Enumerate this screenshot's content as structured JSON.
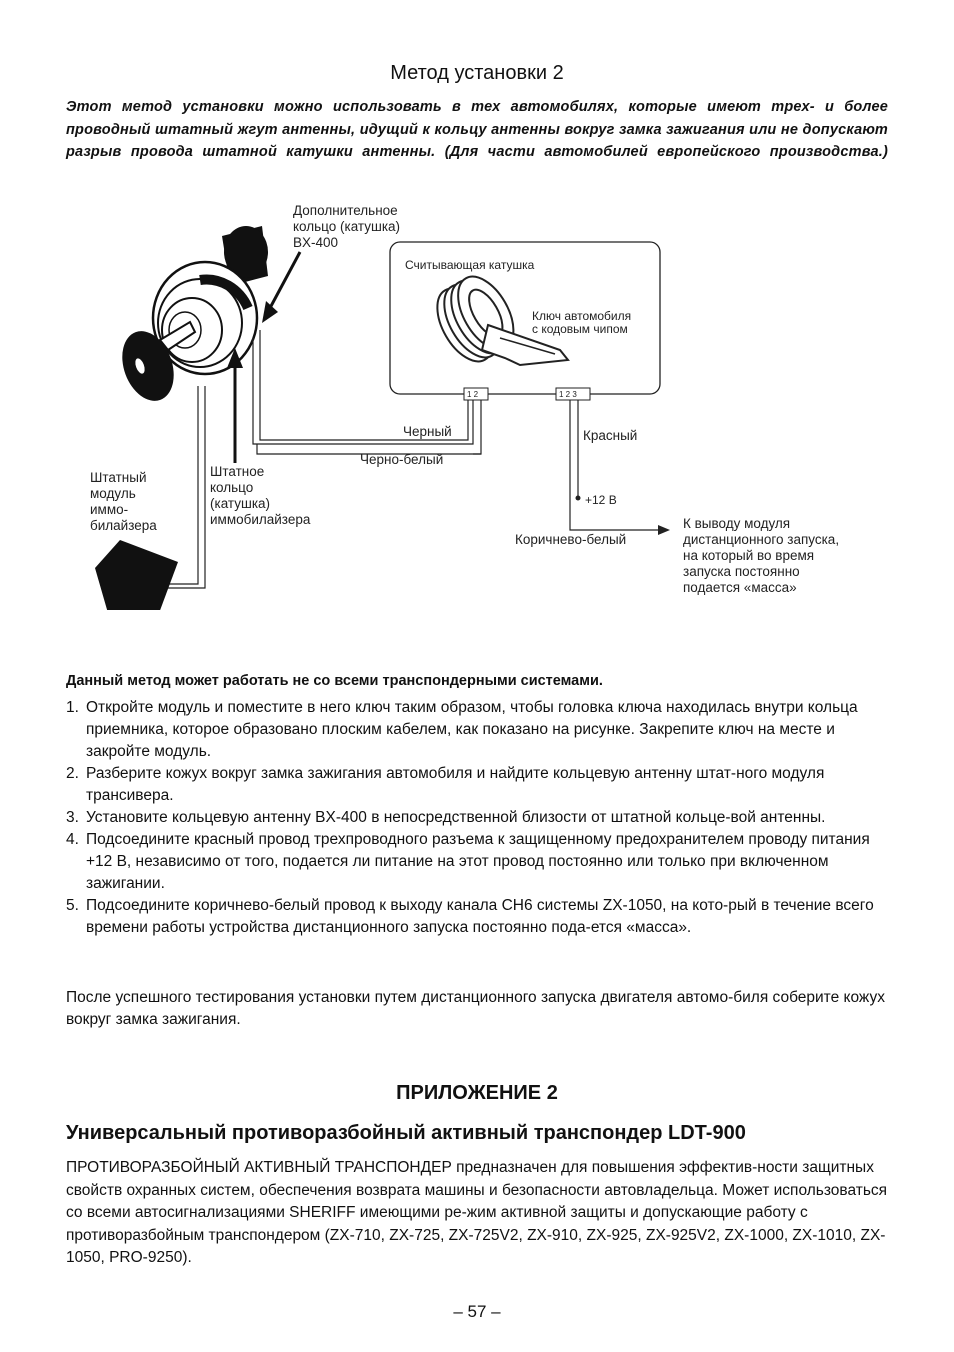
{
  "section_title": "Метод установки 2",
  "intro": "Этот метод установки можно использовать в тех автомобилях, которые имеют трех- и более проводный штатный жгут антенны, идущий к кольцу антенны вокруг замка зажигания или не допускают разрыв провода штатной катушки антенны. (Для части автомобилей европейского производства.)",
  "diagram": {
    "extra_ring_l1": "Дополнительное",
    "extra_ring_l2": "кольцо (катушка)",
    "extra_ring_l3": "BX-400",
    "reader_coil": "Считывающая катушка",
    "car_key_l1": "Ключ автомобиля",
    "car_key_l2": "с кодовым чипом",
    "pins_left": "1 2",
    "pins_right": "1 2 3",
    "black": "Черный",
    "black_white": "Черно-белый",
    "red": "Красный",
    "plus12": "+12 В",
    "brown_white": "Коричнево-белый",
    "module_l1": "Штатный",
    "module_l2": "модуль",
    "module_l3": "иммо-",
    "module_l4": "билайзера",
    "ring_l1": "Штатное",
    "ring_l2": "кольцо",
    "ring_l3": "(катушка)",
    "ring_l4": "иммобилайзера",
    "output_l1": "К выводу модуля",
    "output_l2": "дистанционного запуска,",
    "output_l3": "на который во время",
    "output_l4": "запуска постоянно",
    "output_l5": "подается «масса»"
  },
  "warning": "Данный метод может работать не со всеми транспондерными системами.",
  "steps": [
    {
      "num": "1.",
      "text": "Откройте модуль и поместите в него ключ таким образом, чтобы головка ключа находилась внутри кольца приемника, которое образовано плоским кабелем, как показано на рисунке. Закрепите ключ на месте и закройте модуль."
    },
    {
      "num": "2.",
      "text": "Разберите кожух вокруг замка зажигания автомобиля и найдите кольцевую антенну штат-ного модуля трансивера."
    },
    {
      "num": "3.",
      "text": "Установите кольцевую антенну BX-400 в непосредственной близости от штатной кольце-вой антенны."
    },
    {
      "num": "4.",
      "text": "Подсоедините красный провод трехпроводного разъема к защищенному предохранителем проводу питания +12 В, независимо от того, подается ли питание на этот провод постоянно или только при включенном зажигании."
    },
    {
      "num": "5.",
      "text": "Подсоедините коричнево-белый провод к выходу канала CH6 системы ZX-1050, на кото-рый в течение всего времени работы устройства дистанционного запуска постоянно пода-ется «масса»."
    }
  ],
  "after": "После успешного тестирования установки путем дистанционного запуска двигателя автомо-биля соберите кожух вокруг замка зажигания.",
  "appendix_title": "ПРИЛОЖЕНИЕ 2",
  "appendix_subtitle": "Универсальный противоразбойный активный транспондер LDT-900",
  "appendix_text": "ПРОТИВОРАЗБОЙНЫЙ АКТИВНЫЙ ТРАНСПОНДЕР предназначен для повышения эффектив-ности защитных свойств охранных систем, обеспечения возврата машины и безопасности автовладельца. Может использоваться со всеми автосигнализациями SHERIFF имеющими ре-жим активной защиты и допускающие работу с противоразбойным транспондером (ZX-710, ZX-725, ZX-725V2, ZX-910, ZX-925, ZX-925V2, ZX-1000, ZX-1010, ZX-1050, PRO-9250).",
  "page_number": "– 57 –"
}
